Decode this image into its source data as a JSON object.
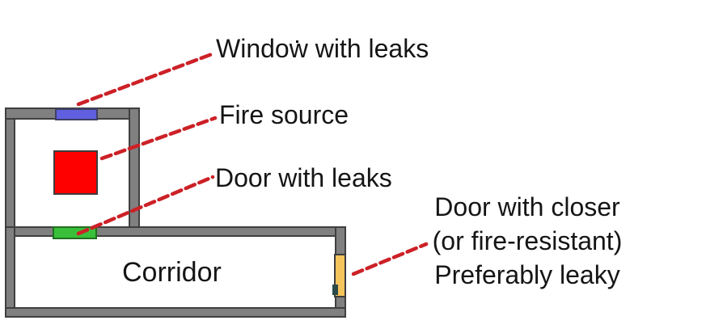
{
  "diagram": {
    "kind": "fire-safety floor plan schematic",
    "labels": {
      "window_leaks": "Window with leaks",
      "fire_source": "Fire source",
      "door_leaks": "Door with leaks",
      "door_closer": [
        "Door with closer",
        "(or fire-resistant)",
        "Preferably leaky"
      ],
      "corridor": "Corridor"
    },
    "colors": {
      "background": "#ffffff",
      "text": "#151515",
      "wall_fill": "#808080",
      "wall_stroke": "#3f3f3f",
      "fire_red": "#fe0000",
      "fire_stroke": "#3c3c3c",
      "window_blue": "#5f5fdf",
      "window_stroke": "#3f3f66",
      "door_green": "#3abf3a",
      "door_green_stroke": "#207020",
      "door_orange": "#f6c45c",
      "door_orange_stroke": "#3c3c3c",
      "closer_dark": "#2c4a4a",
      "annotation_red": "#cc2127"
    },
    "icons": {
      "window_marker": "window-with-leaks-marker",
      "fire_marker": "fire-source-marker",
      "door_leaks_marker": "door-with-leaks-marker",
      "door_closer_marker": "door-with-closer-marker"
    }
  }
}
